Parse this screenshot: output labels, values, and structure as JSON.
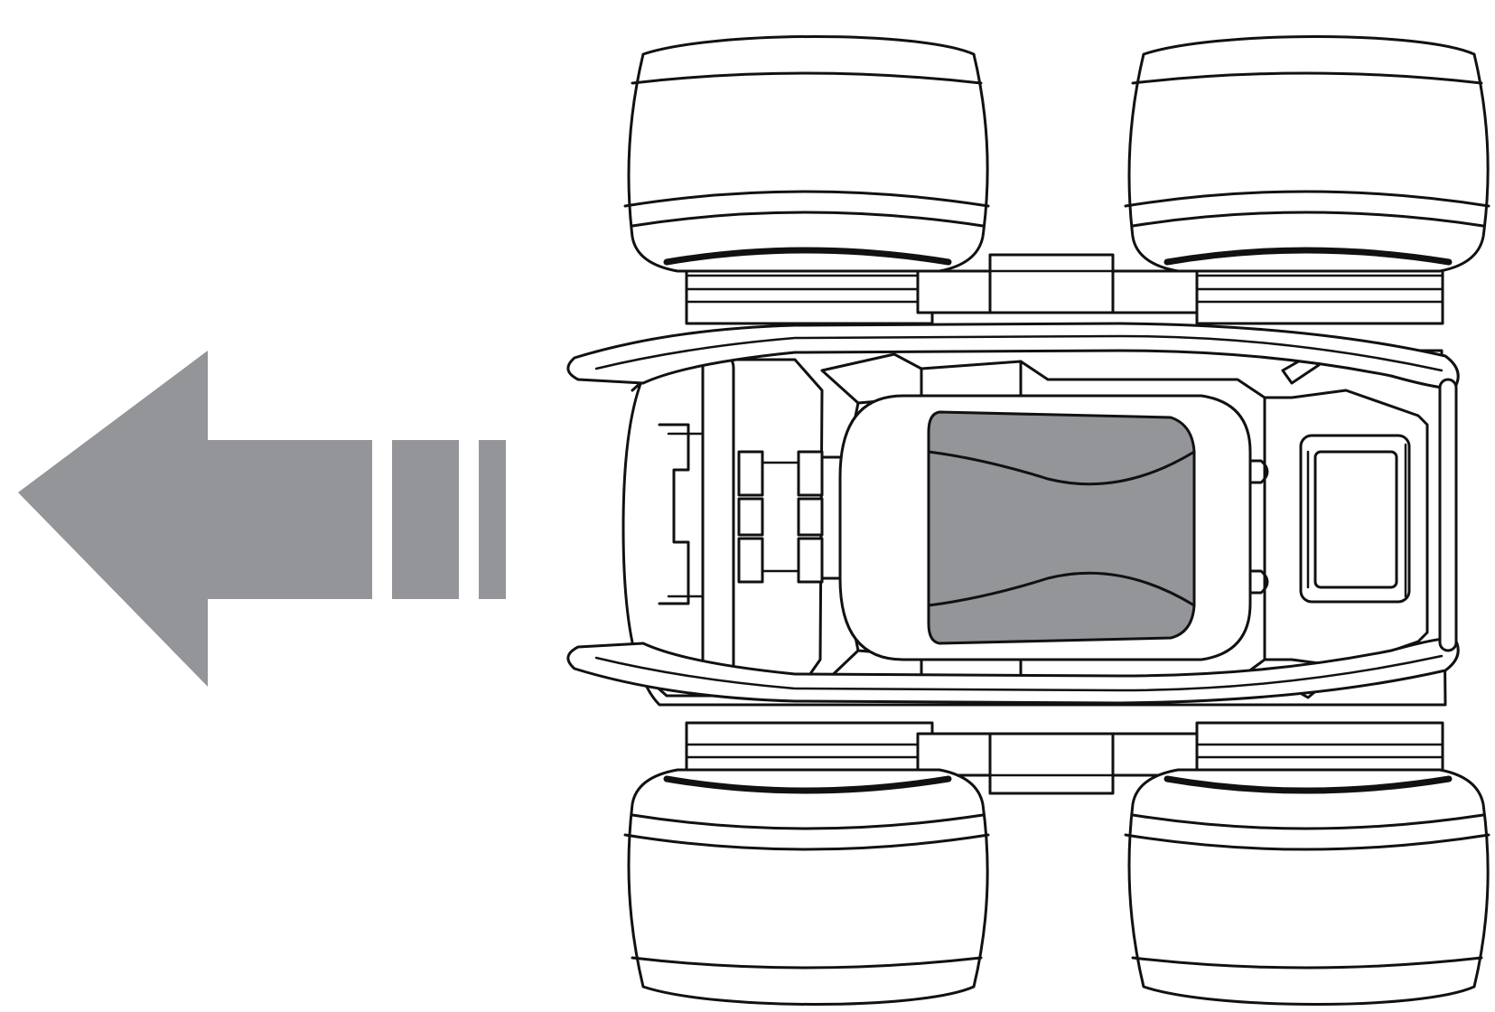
{
  "diagram": {
    "arrow": {
      "direction": "left",
      "icon": "left-arrow-icon",
      "color": "#939598"
    },
    "vehicle": {
      "view": "top",
      "icon": "rc-car-icon",
      "wheel_count": 4,
      "outline_color": "#111111",
      "canopy_color": "#939598"
    },
    "background_color": "#ffffff"
  }
}
